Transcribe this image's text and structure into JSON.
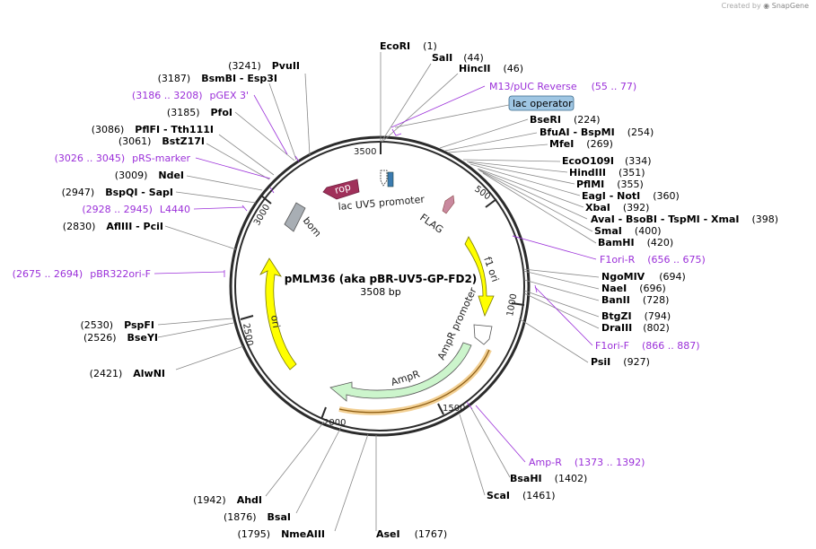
{
  "brand": {
    "created_by": "Created by",
    "product": "SnapGene"
  },
  "map": {
    "name": "pMLM36 (aka pBR-UV5-GP-FD2)",
    "length_label": "3508 bp",
    "length": 3508
  },
  "ticks": [
    "500",
    "1000",
    "1500",
    "2000",
    "2500",
    "3000",
    "3500"
  ],
  "features": [
    {
      "label": "rop"
    },
    {
      "label": "lac UV5 promoter"
    },
    {
      "label": "FLAG"
    },
    {
      "label": "f1 ori"
    },
    {
      "label": "AmpR promoter"
    },
    {
      "label": "AmpR"
    },
    {
      "label": "ori"
    },
    {
      "label": "bom"
    },
    {
      "label": "lac operator"
    }
  ],
  "enzymes_right": [
    {
      "name": "EcoRI",
      "pos": "(1)"
    },
    {
      "name": "SalI",
      "pos": "(44)"
    },
    {
      "name": "HincII",
      "pos": "(46)"
    },
    {
      "name": "BseRI",
      "pos": "(224)"
    },
    {
      "name": "BfuAI",
      "sep": " - ",
      "name2": "BspMI",
      "pos": "(254)"
    },
    {
      "name": "MfeI",
      "pos": "(269)"
    },
    {
      "name": "EcoO109I",
      "pos": "(334)"
    },
    {
      "name": "HindIII",
      "pos": "(351)"
    },
    {
      "name": "PflMI",
      "pos": "(355)"
    },
    {
      "name": "EagI",
      "sep": " - ",
      "name2": "NotI",
      "pos": "(360)"
    },
    {
      "name": "XbaI",
      "pos": "(392)"
    },
    {
      "name": "AvaI",
      "sep": " - ",
      "name2": "BsoBI",
      "sep2": " - ",
      "name3": "TspMI",
      "sep3": " - ",
      "name4": "XmaI",
      "pos": "(398)"
    },
    {
      "name": "SmaI",
      "pos": "(400)"
    },
    {
      "name": "BamHI",
      "pos": "(420)"
    },
    {
      "name": "NgoMIV",
      "pos": "(694)"
    },
    {
      "name": "NaeI",
      "pos": "(696)"
    },
    {
      "name": "BanII",
      "pos": "(728)"
    },
    {
      "name": "BtgZI",
      "pos": "(794)"
    },
    {
      "name": "DraIII",
      "pos": "(802)"
    },
    {
      "name": "PsiI",
      "pos": "(927)"
    },
    {
      "name": "BsaHI",
      "pos": "(1402)"
    },
    {
      "name": "ScaI",
      "pos": "(1461)"
    },
    {
      "name": "AseI",
      "pos": "(1767)"
    }
  ],
  "enzymes_left": [
    {
      "name": "PvuII",
      "pos": "(3241)"
    },
    {
      "name": "BsmBI",
      "sep": " - ",
      "name2": "Esp3I",
      "pos": "(3187)"
    },
    {
      "name": "PfoI",
      "pos": "(3185)"
    },
    {
      "name": "PflFI",
      "sep": " - ",
      "name2": "Tth111I",
      "pos": "(3086)"
    },
    {
      "name": "BstZ17I",
      "pos": "(3061)"
    },
    {
      "name": "NdeI",
      "pos": "(3009)"
    },
    {
      "name": "BspQI",
      "sep": " - ",
      "name2": "SapI",
      "pos": "(2947)"
    },
    {
      "name": "AflIII",
      "sep": " - ",
      "name2": "PciI",
      "pos": "(2830)"
    },
    {
      "name": "PspFI",
      "pos": "(2530)"
    },
    {
      "name": "BseYI",
      "pos": "(2526)"
    },
    {
      "name": "AlwNI",
      "pos": "(2421)"
    },
    {
      "name": "AhdI",
      "pos": "(1942)"
    },
    {
      "name": "BsaI",
      "pos": "(1876)"
    },
    {
      "name": "NmeAIII",
      "pos": "(1795)"
    }
  ],
  "primers": [
    {
      "name": "M13/pUC Reverse",
      "range": "(55 .. 77)"
    },
    {
      "name": "F1ori-R",
      "range": "(656 .. 675)"
    },
    {
      "name": "F1ori-F",
      "range": "(866 .. 887)"
    },
    {
      "name": "Amp-R",
      "range": "(1373 .. 1392)"
    },
    {
      "name": "pGEX 3'",
      "range": "(3186 .. 3208)"
    },
    {
      "name": "pRS-marker",
      "range": "(3026 .. 3045)"
    },
    {
      "name": "L4440",
      "range": "(2928 .. 2945)"
    },
    {
      "name": "pBR322ori-F",
      "range": "(2675 .. 2694)"
    }
  ],
  "colors": {
    "backbone": "#2b2b2b",
    "f1_ori": "#ffff00",
    "ori": "#ffff00",
    "ampr": "#ccf5cc",
    "ampr_promoter": "#ffffff",
    "rop": "#a0305a",
    "bom": "#a8aeb4",
    "flag": "#c9899e",
    "lac_operator": "#9fc6e3",
    "primer": "#9b30d9",
    "highlight": "#e8a838"
  }
}
